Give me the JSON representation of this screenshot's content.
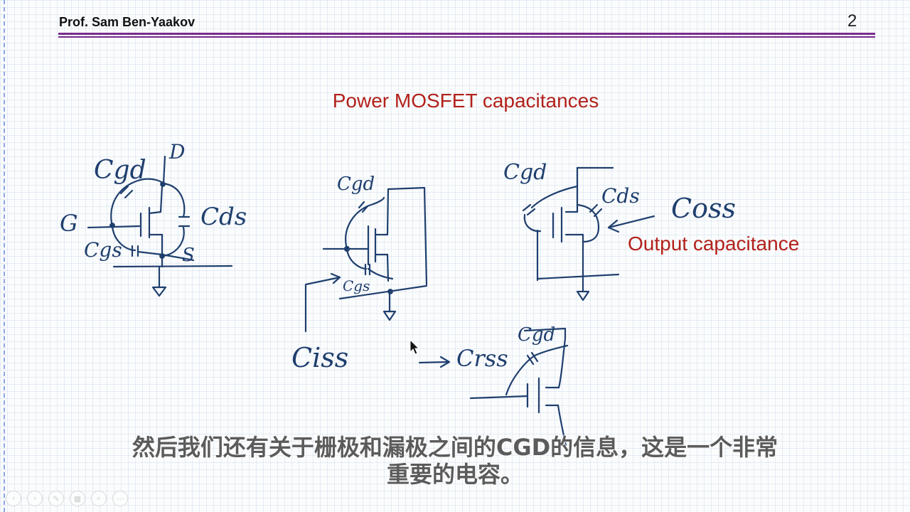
{
  "header": {
    "author": "Prof. Sam Ben-Yaakov",
    "page_number": "2"
  },
  "slide": {
    "title": "Power MOSFET capacitances",
    "output_label": "Output capacitance"
  },
  "handwriting": {
    "c1": {
      "cgd": "Cgd",
      "d": "D",
      "g": "G",
      "cds": "Cds",
      "cgs": "Cgs",
      "s": "S"
    },
    "c2": {
      "cgd": "Cgd",
      "cgs": "Cgs",
      "ciss": "Ciss"
    },
    "c3": {
      "cgd": "Cgd",
      "cds": "Cds",
      "coss": "Coss"
    },
    "c4": {
      "cgd": "Cgd",
      "crss": "Crss"
    }
  },
  "subtitle": {
    "line1": "然后我们还有关于栅极和漏极之间的CGD的信息，这是一个非常",
    "line2": "重要的电容。"
  },
  "toolbar": [
    {
      "name": "prev",
      "icon": "chevron-left-icon",
      "glyph": "‹"
    },
    {
      "name": "next",
      "icon": "chevron-right-icon",
      "glyph": "›"
    },
    {
      "name": "pen",
      "icon": "pen-icon",
      "glyph": "✎"
    },
    {
      "name": "pages",
      "icon": "pages-icon",
      "glyph": "▦"
    },
    {
      "name": "zoom",
      "icon": "zoom-icon",
      "glyph": "⌕"
    },
    {
      "name": "more",
      "icon": "more-icon",
      "glyph": "⋯"
    }
  ],
  "colors": {
    "accent_red": "#b2211b",
    "ink_blue": "#1f3f6e",
    "rule_purple": "#7a2c8c"
  }
}
